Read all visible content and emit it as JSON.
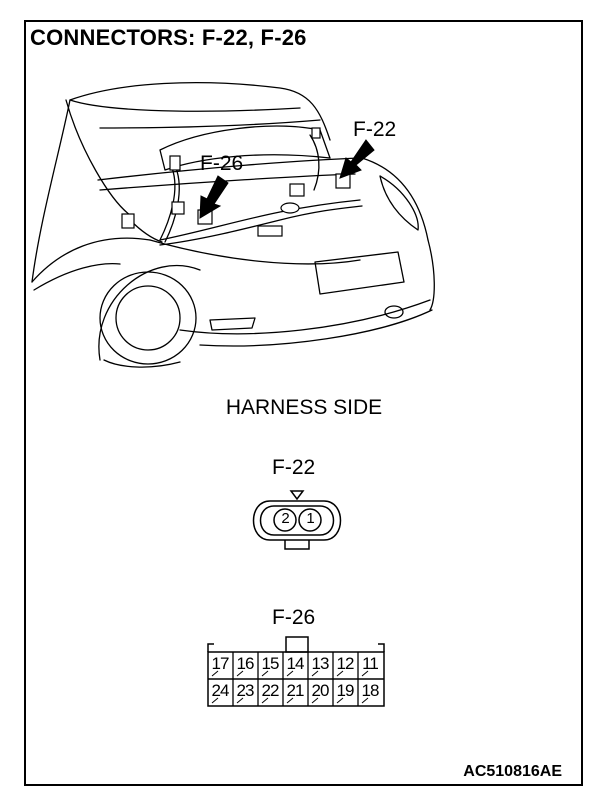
{
  "title": "CONNECTORS: F-22, F-26",
  "callouts": {
    "f22": "F-22",
    "f26": "F-26"
  },
  "harness_side": "HARNESS SIDE",
  "connector_f22": {
    "label": "F-22",
    "pins": [
      "2",
      "1"
    ]
  },
  "connector_f26": {
    "label": "F-26",
    "top_row": [
      "17",
      "16",
      "15",
      "14",
      "13",
      "12",
      "11"
    ],
    "bottom_row": [
      "24",
      "23",
      "22",
      "21",
      "20",
      "19",
      "18"
    ]
  },
  "figure_id": "AC510816AE"
}
